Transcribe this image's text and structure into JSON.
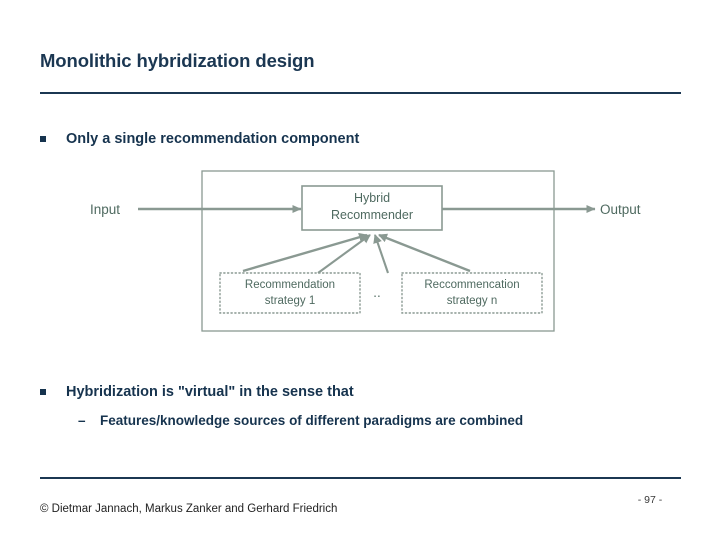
{
  "slide": {
    "title": "Monolithic hybridization design",
    "page_number": "- 97 -",
    "copyright": "© Dietmar Jannach, Markus Zanker and Gerhard Friedrich",
    "accent_color": "#1b3752",
    "text_color": "#16334e",
    "diagram_stroke_color": "#7d8c86",
    "diagram_text_color": "#4f6a60"
  },
  "bullets": [
    {
      "marker": "square-bullet",
      "level": 1,
      "text": "Only a single recommendation component"
    },
    {
      "marker": "square-bullet",
      "level": 1,
      "text": "Hybridization is \"virtual\" in the sense that"
    },
    {
      "marker": "–",
      "level": 2,
      "text": "Features/knowledge sources of different paradigms are combined"
    }
  ],
  "diagram": {
    "input_label": "Input",
    "output_label": "Output",
    "hybrid_box": {
      "line1": "Hybrid",
      "line2": "Recommender"
    },
    "strategy_boxes": [
      {
        "line1": "Recommendation",
        "line2": "strategy 1"
      },
      {
        "line1": "Reccommencation",
        "line2": "strategy n"
      }
    ],
    "ellipsis": "‥"
  }
}
